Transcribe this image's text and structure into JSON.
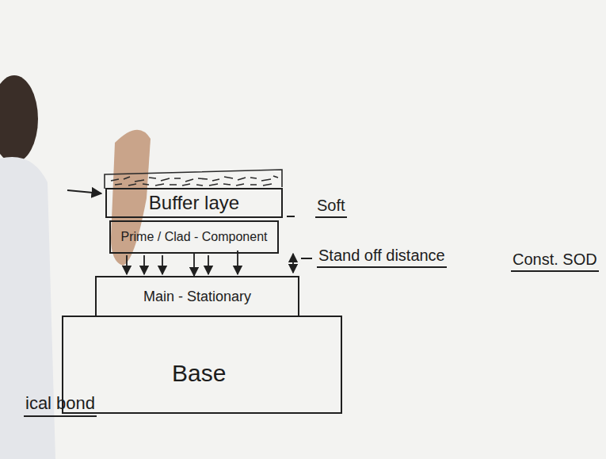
{
  "diagram": {
    "nodes": [
      {
        "text": [
          "Buffer laye"
        ]
      },
      {
        "text": [
          "Prime / Clad - Component"
        ]
      },
      {
        "text": [
          "Main - Stationary"
        ]
      },
      {
        "text": [
          "Base"
        ]
      }
    ],
    "edges": [
      {
        "from": 1,
        "to": 2,
        "arrow": "to"
      }
    ],
    "labels": [
      "Soft",
      "Stand off distance",
      "Const. SOD",
      "ical bond"
    ]
  }
}
